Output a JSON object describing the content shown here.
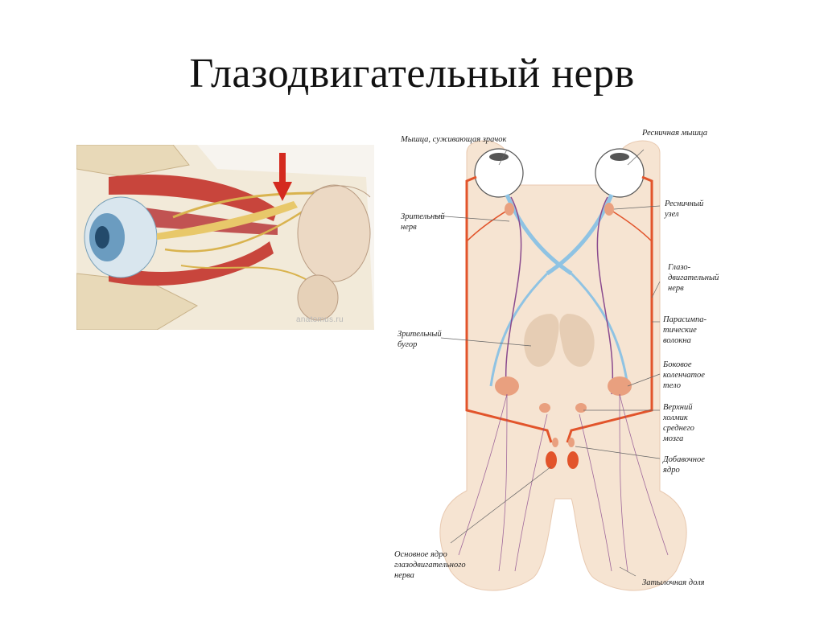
{
  "slide": {
    "title": "Глазодвигательный нерв"
  },
  "left_figure": {
    "watermark": "anatomus.ru",
    "arrow_color": "#d42a1f"
  },
  "right_figure": {
    "labels": {
      "pupil_muscle": "Мышца, суживающая зрачок",
      "ciliary_muscle": "Ресничная мышца",
      "optic_nerve_1": "Зрительный",
      "optic_nerve_2": "нерв",
      "ciliary_ganglion_1": "Ресничный",
      "ciliary_ganglion_2": "узел",
      "oculomotor_1": "Глазо-",
      "oculomotor_2": "двигательный",
      "oculomotor_3": "нерв",
      "parasym_1": "Парасимпа-",
      "parasym_2": "тические",
      "parasym_3": "волокна",
      "thalamus_1": "Зрительный",
      "thalamus_2": "бугор",
      "lgb_1": "Боковое",
      "lgb_2": "коленчатое",
      "lgb_3": "тело",
      "colliculus_1": "Верхний",
      "colliculus_2": "холмик",
      "colliculus_3": "среднего",
      "colliculus_4": "мозга",
      "accessory_1": "Добавочное",
      "accessory_2": "ядро",
      "main_nucleus_1": "Основное ядро",
      "main_nucleus_2": "глазодвигательного",
      "main_nucleus_3": "нерва",
      "occipital": "Затылочная доля"
    },
    "colors": {
      "tissue": "#f6e4d2",
      "nerve_red": "#e2542b",
      "nerve_blue": "#8fc3e3",
      "fiber_purple": "#8a4a8e",
      "nucleus": "#e9a07f",
      "thalamus": "#e6cdb4"
    }
  }
}
